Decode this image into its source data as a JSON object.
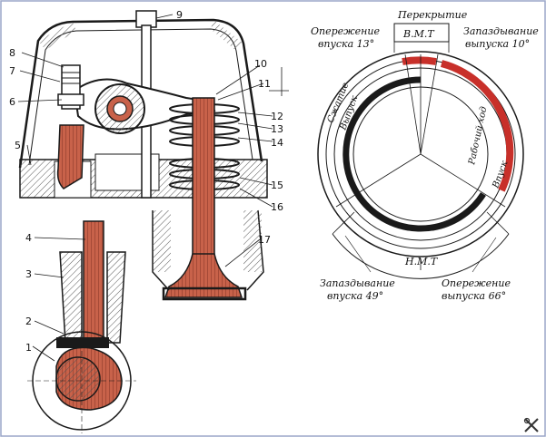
{
  "colors": {
    "ink": "#1a1a1a",
    "copper": "#c8624a",
    "copper_dark": "#8e3a2a",
    "phase_fill": "#c8302a",
    "hatch": "#555555",
    "frame": "#9aa6c8",
    "background": "#ffffff"
  },
  "parts": {
    "n1": "1",
    "n2": "2",
    "n3": "3",
    "n4": "4",
    "n5": "5",
    "n6": "6",
    "n7": "7",
    "n8": "8",
    "n9": "9",
    "n10": "10",
    "n11": "11",
    "n12": "12",
    "n13": "13",
    "n14": "14",
    "n15": "15",
    "n16": "16",
    "n17": "17"
  },
  "timing": {
    "overlap": "Перекрытие",
    "tdc": "В.М.Т",
    "bdc": "Н.М.Т",
    "intake_advance_1": "Опережение",
    "intake_advance_2": "впуска 13°",
    "exhaust_lag_1": "Запаздывание",
    "exhaust_lag_2": "выпуска 10°",
    "intake_lag_1": "Запаздывание",
    "intake_lag_2": "впуска 49°",
    "exhaust_advance_1": "Опережение",
    "exhaust_advance_2": "выпуска 66°",
    "compression": "Сжатие",
    "exhaust": "Выпуск",
    "power_stroke": "Рабочий ход",
    "intake": "Впуск"
  },
  "icons": {
    "corner": "tools-icon"
  }
}
